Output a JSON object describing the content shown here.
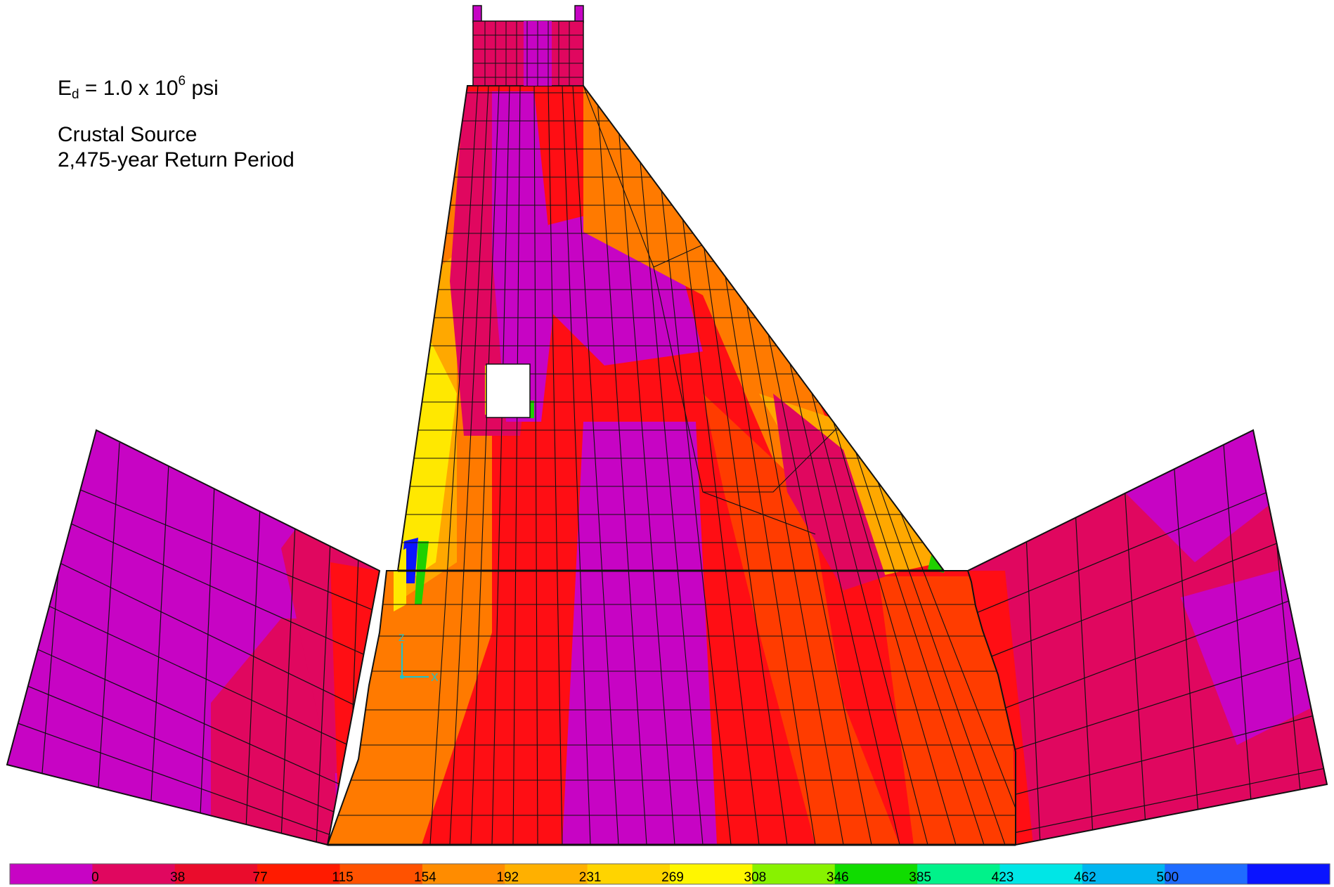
{
  "annotations": {
    "modulus": {
      "symbol": "E",
      "subscript": "d",
      "relation": " = 1.0 x 10",
      "exponent": "6",
      "unit": " psi"
    },
    "source": "Crustal Source",
    "return_period": "2,475-year Return Period"
  },
  "axis_triad": {
    "x_label": "X",
    "z_label": "Z",
    "color": "#19c3cf"
  },
  "color_scale": {
    "tick_labels": [
      "0",
      "38",
      "77",
      "115",
      "154",
      "192",
      "231",
      "269",
      "308",
      "346",
      "385",
      "423",
      "462",
      "500"
    ],
    "bands": [
      "#c704c4",
      "#e0075f",
      "#ea0c2c",
      "#ff1b00",
      "#ff5200",
      "#ff8c00",
      "#ffb000",
      "#ffd400",
      "#fff600",
      "#88f200",
      "#10dc00",
      "#00f28a",
      "#00e6e6",
      "#00b6f0",
      "#1f6cff",
      "#0a14ff"
    ]
  },
  "palette": {
    "magenta": "#c704c4",
    "crimson": "#e0075f",
    "red": "#ff0e14",
    "red_orange": "#ff3c00",
    "orange": "#ff7a00",
    "amber": "#ffa800",
    "yellow": "#ffe800",
    "green": "#20d000",
    "blue": "#0a14ff",
    "mesh_line": "#111111"
  }
}
